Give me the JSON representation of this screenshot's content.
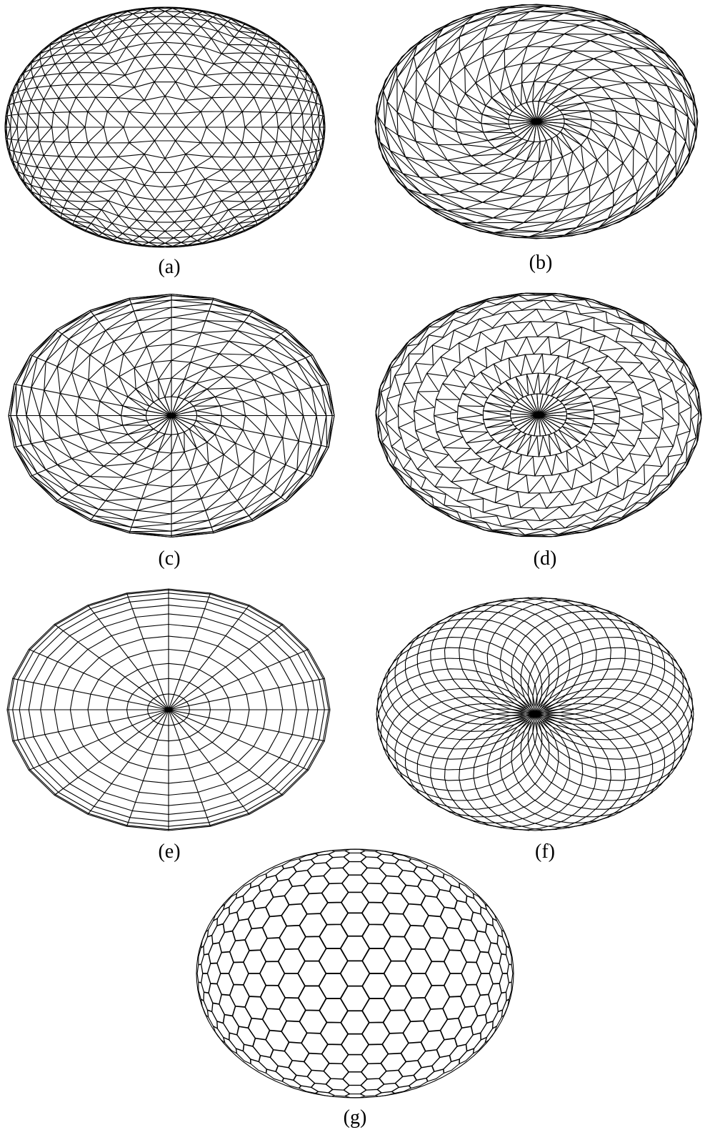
{
  "panels": [
    {
      "id": "a",
      "caption": "(a)",
      "pattern": "geodesic-triangulated"
    },
    {
      "id": "b",
      "caption": "(b)",
      "pattern": "spiral-triangulated"
    },
    {
      "id": "c",
      "caption": "(c)",
      "pattern": "ribbed-triangulated"
    },
    {
      "id": "d",
      "caption": "(d)",
      "pattern": "rotated-ring-triangulated"
    },
    {
      "id": "e",
      "caption": "(e)",
      "pattern": "ribbed-quadrilateral"
    },
    {
      "id": "f",
      "caption": "(f)",
      "pattern": "lamella-diamond"
    },
    {
      "id": "g",
      "caption": "(g)",
      "pattern": "hexagonal"
    }
  ],
  "colors": {
    "stroke": "#000000",
    "background": "#ffffff"
  }
}
